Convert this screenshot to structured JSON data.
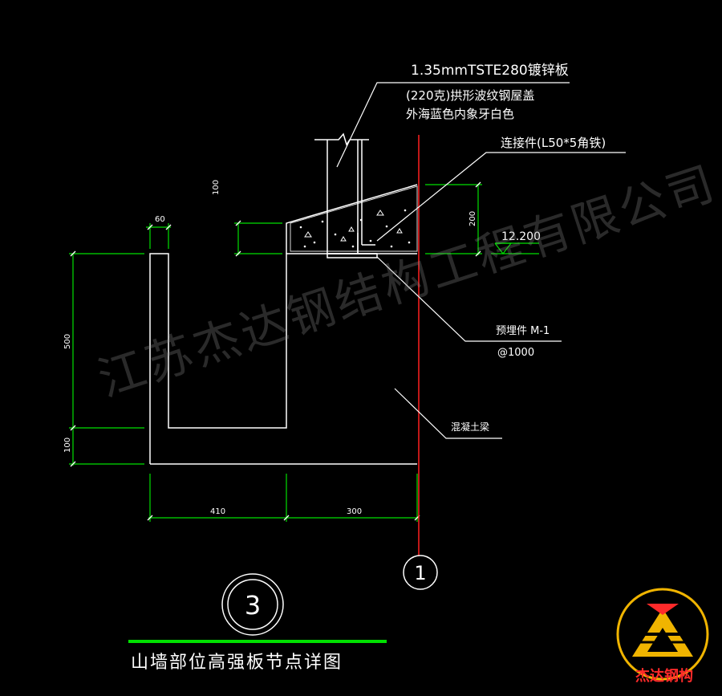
{
  "labels": {
    "roof_panel_line1": "1.35mmTSTE280镀锌板",
    "roof_panel_line2": "(220克)拱形波纹钢屋盖",
    "roof_panel_line3": "外海蓝色内象牙白色",
    "connector": "连接件(L50*5角铁)",
    "embedded_part": "预埋件 M-1",
    "embedded_spacing": "@1000",
    "concrete_beam": "混凝土梁",
    "elevation": "12.200"
  },
  "dimensions": {
    "d60": "60",
    "d100_top": "100",
    "d200": "200",
    "d500": "500",
    "d100_bottom": "100",
    "d410": "410",
    "d300": "300"
  },
  "axis_label": "1",
  "detail_number": "3",
  "title": "山墙部位高强板节点详图",
  "watermark": "江苏杰达钢结构工程有限公司",
  "logo_text": "杰达钢构",
  "colors": {
    "white": "#ffffff",
    "green": "#00e000",
    "red": "#ff2020",
    "cyan": "#00e5ff",
    "logo_gold": "#f0b400"
  }
}
